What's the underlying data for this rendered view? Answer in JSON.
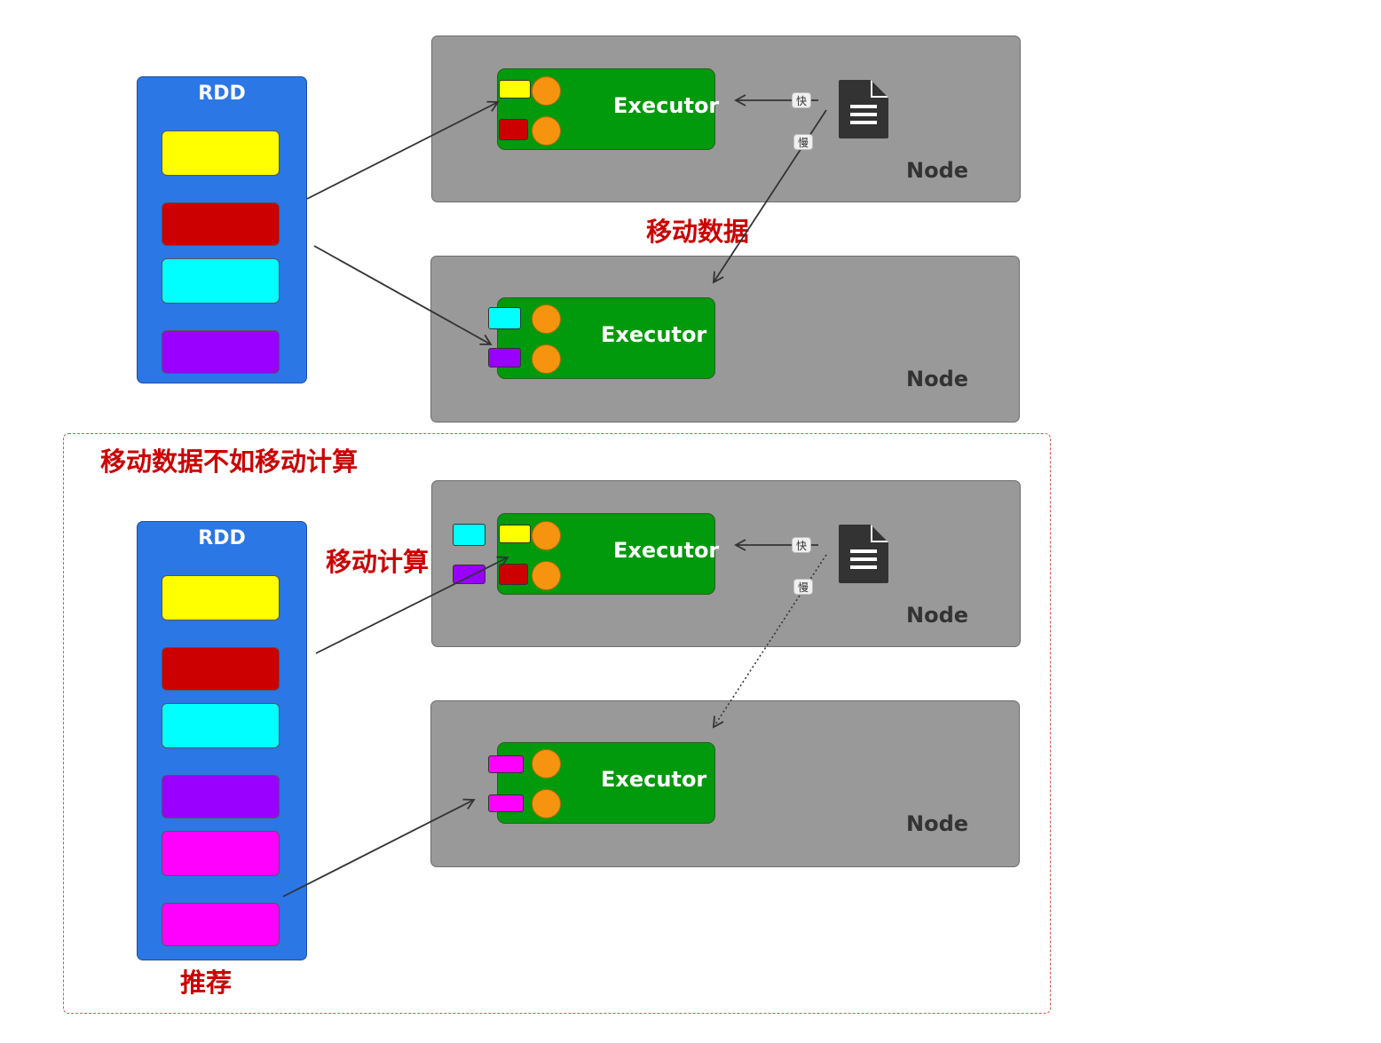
{
  "colors": {
    "yellow": "#ffff00",
    "red": "#cc0000",
    "cyan": "#00ffff",
    "purple": "#9900ff",
    "magenta": "#ff00ff",
    "rdd_blue": "#2b77e6",
    "executor_green": "#019a0c",
    "node_gray": "#999999",
    "task_orange": "#f7940f",
    "highlight_red": "#cc0000"
  },
  "top": {
    "rdd_label": "RDD",
    "partitions": [
      "yellow",
      "red",
      "cyan",
      "purple"
    ],
    "node1": {
      "label": "Node",
      "executor_label": "Executor",
      "fast_label": "快",
      "slow_label": "慢"
    },
    "node2": {
      "label": "Node",
      "executor_label": "Executor"
    },
    "move_data_label": "移动数据"
  },
  "bottom": {
    "section_title": "移动数据不如移动计算",
    "rdd_label": "RDD",
    "partitions": [
      "yellow",
      "red",
      "cyan",
      "purple",
      "magenta",
      "magenta"
    ],
    "move_compute_label": "移动计算",
    "recommend_label": "推荐",
    "node1": {
      "label": "Node",
      "executor_label": "Executor",
      "fast_label": "快",
      "slow_label": "慢"
    },
    "node2": {
      "label": "Node",
      "executor_label": "Executor"
    }
  },
  "icons": [
    "document-icon",
    "document-icon"
  ]
}
